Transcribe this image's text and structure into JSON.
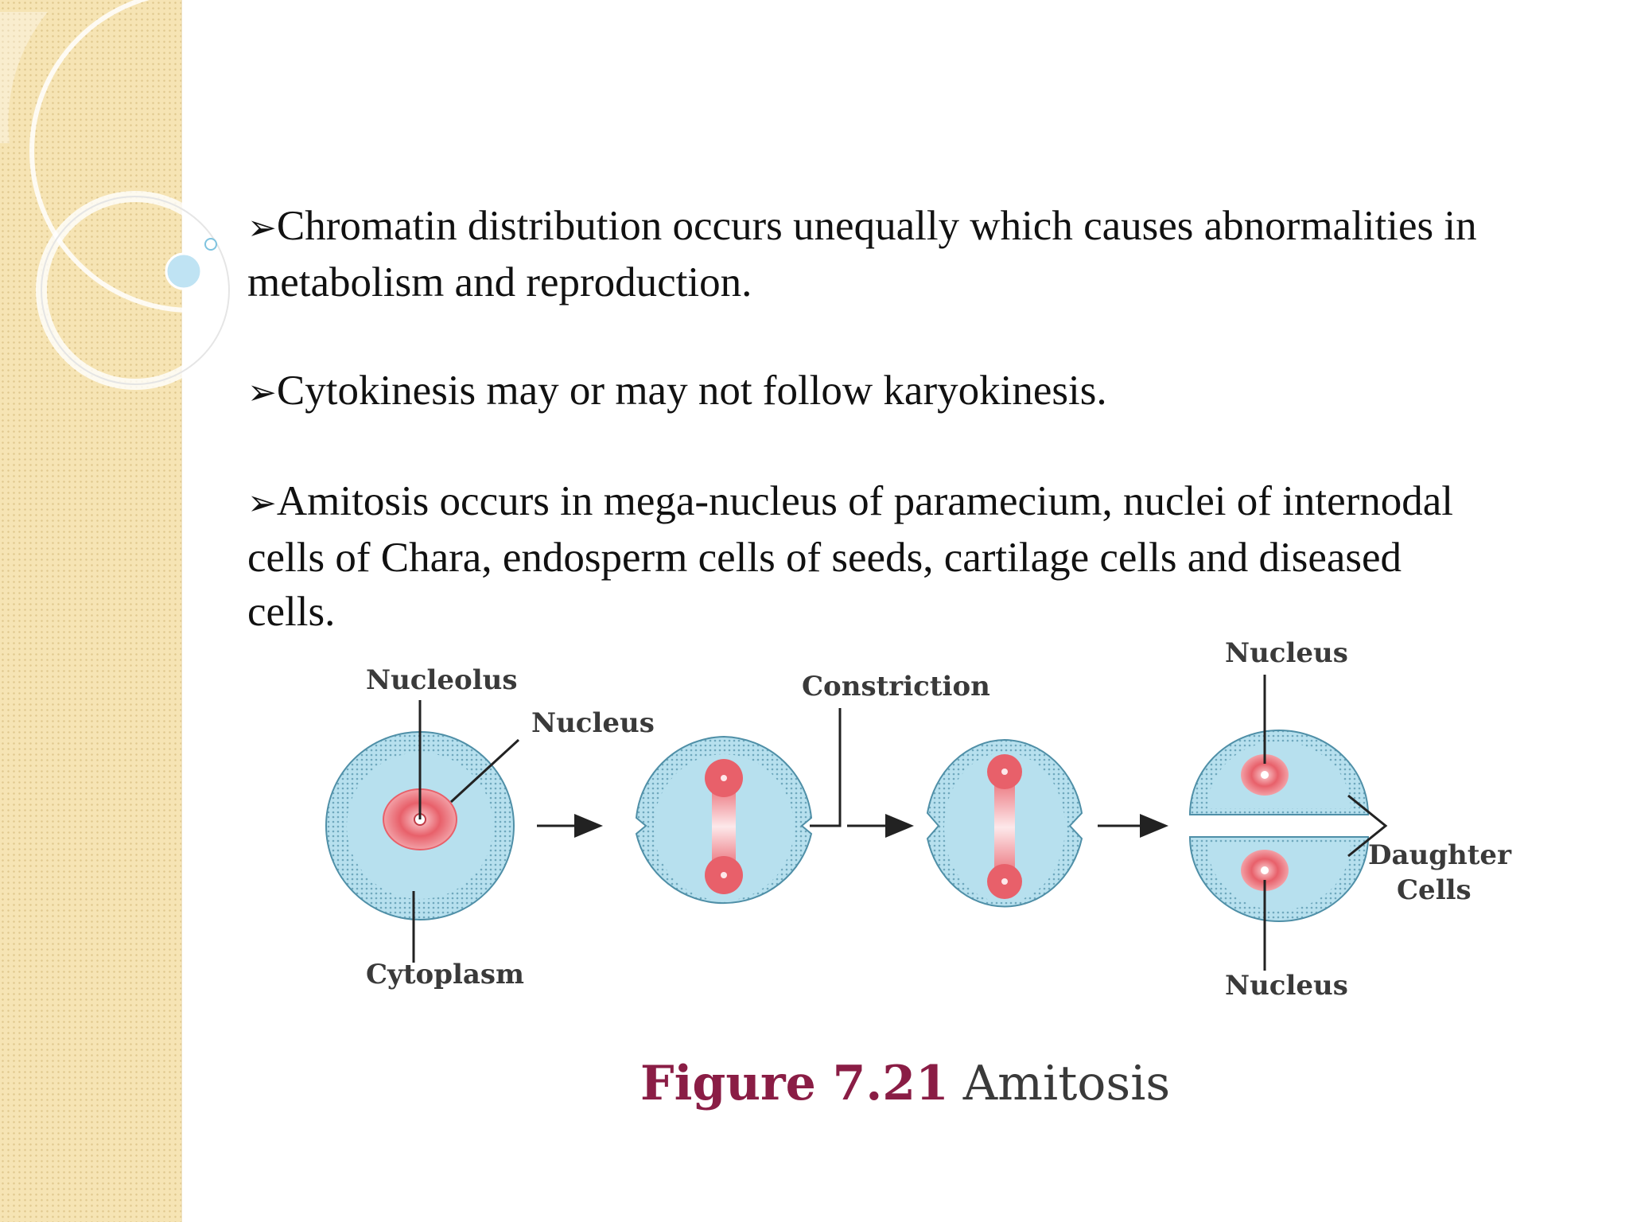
{
  "slide": {
    "bullets": [
      {
        "marker": "➢",
        "text": "Chromatin distribution occurs unequally which causes abnormalities in metabolism and reproduction."
      },
      {
        "marker": "➢",
        "text": "Cytokinesis may or may not follow karyokinesis."
      },
      {
        "marker": "➢",
        "text": "Amitosis occurs in mega-nucleus of paramecium, nuclei of internodal cells of Chara, endosperm cells of seeds, cartilage cells and diseased cells."
      }
    ]
  },
  "figure": {
    "labels": {
      "nucleolus": "Nucleolus",
      "nucleus_stage1": "Nucleus",
      "cytoplasm": "Cytoplasm",
      "constriction": "Constriction",
      "nucleus_top": "Nucleus",
      "nucleus_bottom": "Nucleus",
      "daughter_line1": "Daughter",
      "daughter_line2": "Cells"
    },
    "caption": {
      "number": "Figure 7.21",
      "title": "Amitosis"
    },
    "colors": {
      "cytoplasm": "#b7e0ee",
      "nucleus": "#e8606a",
      "outline": "#4f8fa7"
    }
  }
}
